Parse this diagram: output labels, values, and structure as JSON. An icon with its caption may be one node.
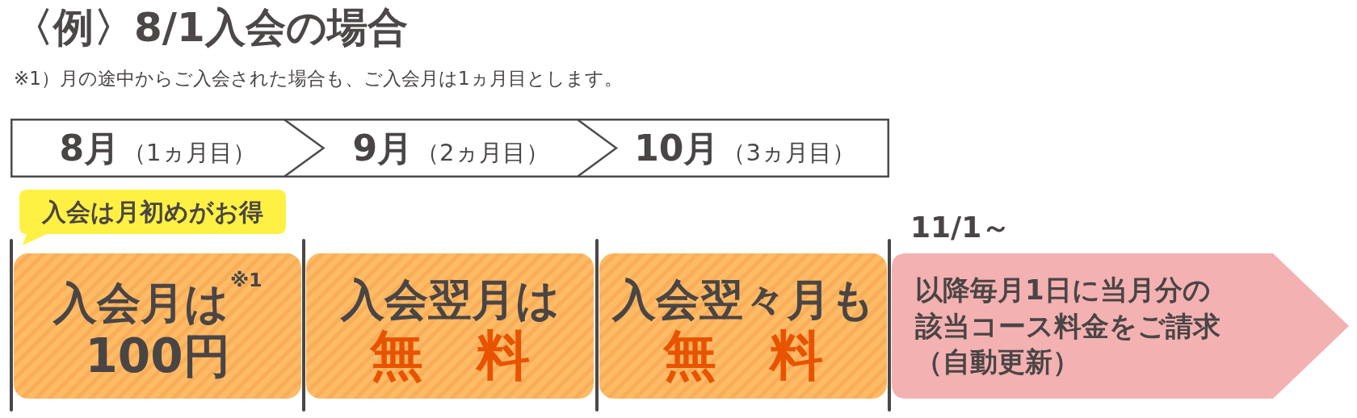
{
  "diagram": {
    "title": "〈例〉8/1入会の場合",
    "nodes": [
      {
        "text": [
          "8月",
          "（1ヵ月目）"
        ]
      },
      {
        "text": [
          "9月",
          "（2ヵ月目）"
        ]
      },
      {
        "text": [
          "10月",
          "（3ヵ月目）"
        ]
      },
      {
        "text": [
          "入会は月初めがお得"
        ]
      },
      {
        "text": [
          "入会月は$^{※1}$",
          "100円"
        ]
      },
      {
        "text": [
          "入会翌月は",
          "無　料"
        ]
      },
      {
        "text": [
          "入会翌々月も",
          "無　料"
        ]
      },
      {
        "text": [
          "以降毎月1日に当月分の該当コース料金をご請求（自動更新）"
        ],
        "beside": [
          "11/1～"
        ]
      }
    ],
    "labels": [
      "※1）月の途中からご入会された場合も、ご入会月は1ヵ月目とします。"
    ]
  }
}
